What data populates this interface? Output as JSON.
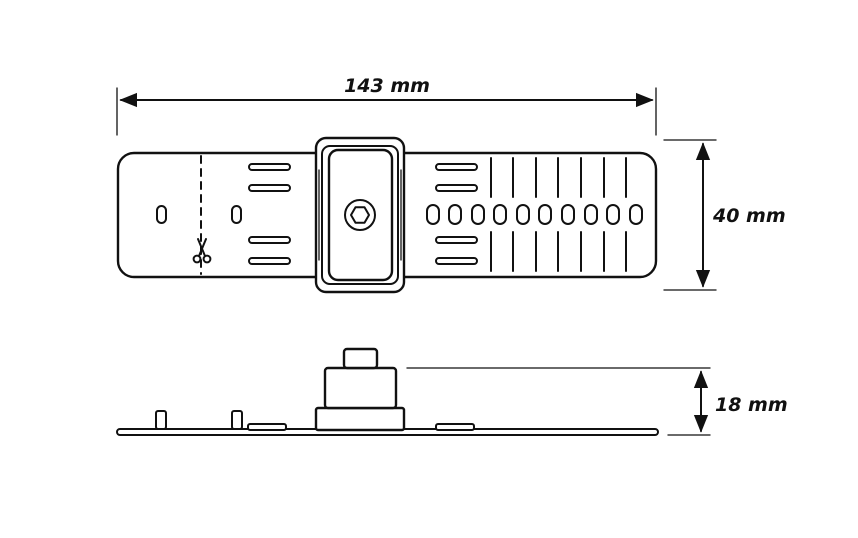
{
  "dimensions": {
    "length": "143 mm",
    "width": "40 mm",
    "height": "18 mm"
  },
  "colors": {
    "ink": "#111111",
    "background": "#ffffff"
  },
  "icons": {
    "cut_marker": "scissors-icon",
    "bolt": "hex-socket-icon"
  }
}
